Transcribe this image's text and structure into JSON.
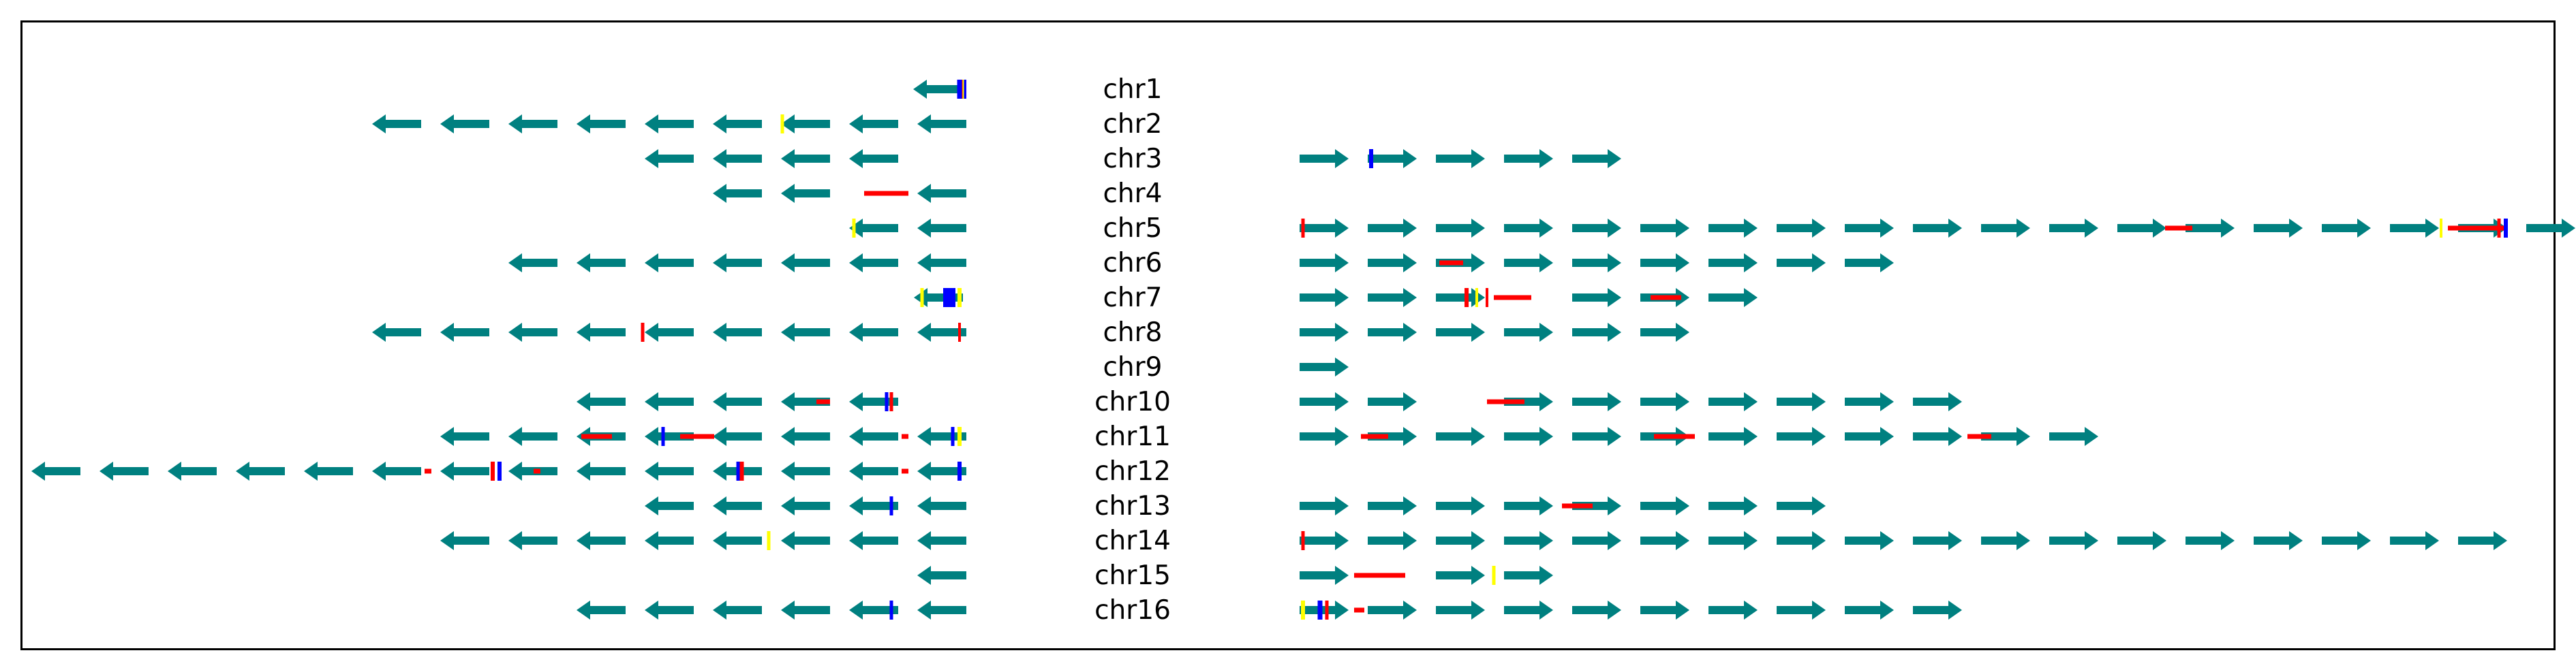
{
  "chart_data": {
    "type": "diagram",
    "title": "",
    "colors": {
      "arrow": "#008080",
      "red_mark": "#ff0000",
      "blue_mark": "#0000ff",
      "yellow_mark": "#ffff00"
    },
    "chromosomes": [
      {
        "label": "chr1",
        "left": {
          "arrows": [
            0.06
          ],
          "marks": [
            {
              "color": "blue_mark",
              "pos": 0.03,
              "w": 6
            },
            {
              "color": "yellow_mark",
              "pos": 0.06,
              "w": 5
            },
            {
              "color": "red_mark",
              "pos": 0.08,
              "w": 5
            },
            {
              "color": "blue_mark",
              "pos": 0.1,
              "w": 7
            }
          ]
        },
        "right": {
          "arrows": [],
          "marks": []
        }
      },
      {
        "label": "chr2",
        "left": {
          "arrows": [
            8,
            7,
            6,
            5,
            4,
            3,
            2,
            1,
            0
          ],
          "marks": [
            {
              "color": "yellow_mark",
              "pos": 2.7,
              "w": 5
            }
          ]
        },
        "right": {
          "arrows": [],
          "marks": []
        }
      },
      {
        "label": "chr3",
        "left": {
          "arrows": [
            4,
            3,
            2,
            1
          ],
          "marks": []
        },
        "right": {
          "arrows": [
            0,
            1,
            2,
            3,
            4
          ],
          "marks": [
            {
              "color": "blue_mark",
              "pos": 1.05,
              "w": 6
            }
          ]
        }
      },
      {
        "label": "chr4",
        "left": {
          "arrows": [
            3,
            2,
            0
          ],
          "marks": [
            {
              "type": "seg",
              "color": "red_mark",
              "from": 0.85,
              "to": 1.5
            }
          ]
        },
        "right": {
          "arrows": [],
          "marks": []
        }
      },
      {
        "label": "chr5",
        "left": {
          "arrows": [
            1,
            0
          ],
          "marks": [
            {
              "color": "yellow_mark",
              "pos": 1.65,
              "w": 5
            }
          ]
        },
        "right": {
          "arrows": [
            0,
            1,
            2,
            3,
            4,
            5,
            6,
            7,
            8,
            9,
            10,
            11,
            12,
            13,
            14,
            15,
            16,
            17,
            18
          ],
          "marks": [
            {
              "color": "red_mark",
              "pos": 0.05,
              "w": 5
            },
            {
              "type": "seg",
              "color": "red_mark",
              "from": 12.7,
              "to": 13.1
            },
            {
              "color": "yellow_mark",
              "pos": 16.75,
              "w": 4
            },
            {
              "type": "seg",
              "color": "red_mark",
              "from": 16.85,
              "to": 17.7
            },
            {
              "color": "red_mark",
              "pos": 17.6,
              "w": 5
            },
            {
              "color": "blue_mark",
              "pos": 17.7,
              "w": 6
            }
          ]
        }
      },
      {
        "label": "chr6",
        "left": {
          "arrows": [
            6,
            5,
            4,
            3,
            2,
            1,
            0
          ],
          "marks": []
        },
        "right": {
          "arrows": [
            0,
            1,
            2,
            3,
            4,
            5,
            6,
            7,
            8
          ],
          "marks": [
            {
              "type": "seg",
              "color": "red_mark",
              "from": 2.05,
              "to": 2.4
            }
          ]
        }
      },
      {
        "label": "chr7",
        "left": {
          "arrows": [
            0.05
          ],
          "marks": [
            {
              "color": "yellow_mark",
              "pos": 0.1,
              "w": 6
            },
            {
              "color": "blue_mark",
              "pos": 0.25,
              "w": 18
            },
            {
              "color": "yellow_mark",
              "pos": 0.65,
              "w": 5
            }
          ]
        },
        "right": {
          "arrows": [
            0,
            1,
            2,
            4,
            5,
            6
          ],
          "marks": [
            {
              "color": "red_mark",
              "pos": 2.45,
              "w": 6
            },
            {
              "color": "yellow_mark",
              "pos": 2.6,
              "w": 4
            },
            {
              "color": "red_mark",
              "pos": 2.75,
              "w": 4
            },
            {
              "type": "seg",
              "color": "red_mark",
              "from": 2.85,
              "to": 3.4
            },
            {
              "type": "seg",
              "color": "red_mark",
              "from": 5.15,
              "to": 5.6
            }
          ]
        }
      },
      {
        "label": "chr8",
        "left": {
          "arrows": [
            8,
            7,
            6,
            5,
            4,
            3,
            2,
            1,
            0
          ],
          "marks": [
            {
              "color": "red_mark",
              "pos": 0.1,
              "w": 4
            },
            {
              "color": "red_mark",
              "pos": 4.75,
              "w": 5
            }
          ]
        },
        "right": {
          "arrows": [
            0,
            1,
            2,
            3,
            4,
            5
          ],
          "marks": []
        }
      },
      {
        "label": "chr9",
        "left": {
          "arrows": [],
          "marks": []
        },
        "right": {
          "arrows": [
            0
          ],
          "marks": []
        }
      },
      {
        "label": "chr10",
        "left": {
          "arrows": [
            1,
            2,
            3,
            4,
            5
          ],
          "marks": [
            {
              "color": "red_mark",
              "pos": 1.1,
              "w": 5
            },
            {
              "color": "blue_mark",
              "pos": 1.17,
              "w": 5
            },
            {
              "type": "seg",
              "color": "red_mark",
              "from": 2.0,
              "to": 2.2
            }
          ]
        },
        "right": {
          "arrows": [
            0,
            1,
            3,
            4,
            5,
            6,
            7,
            8,
            9
          ],
          "marks": [
            {
              "type": "seg",
              "color": "red_mark",
              "from": 2.75,
              "to": 3.3
            }
          ]
        }
      },
      {
        "label": "chr11",
        "left": {
          "arrows": [
            0,
            1,
            2,
            3,
            4,
            5,
            6,
            7
          ],
          "marks": [
            {
              "color": "yellow_mark",
              "pos": 0.1,
              "w": 6
            },
            {
              "color": "blue_mark",
              "pos": 0.2,
              "w": 5
            },
            {
              "type": "seg",
              "color": "red_mark",
              "from": 0.85,
              "to": 0.95
            },
            {
              "type": "seg",
              "color": "red_mark",
              "from": 3.7,
              "to": 4.2
            },
            {
              "color": "blue_mark",
              "pos": 4.45,
              "w": 5
            },
            {
              "type": "seg",
              "color": "red_mark",
              "from": 5.2,
              "to": 5.65
            }
          ]
        },
        "right": {
          "arrows": [
            0,
            1,
            2,
            3,
            4,
            5,
            6,
            7,
            8,
            9,
            10,
            11
          ],
          "marks": [
            {
              "type": "seg",
              "color": "red_mark",
              "from": 0.9,
              "to": 1.3
            },
            {
              "type": "seg",
              "color": "red_mark",
              "from": 5.2,
              "to": 5.8
            },
            {
              "type": "seg",
              "color": "red_mark",
              "from": 9.8,
              "to": 10.15
            }
          ]
        }
      },
      {
        "label": "chr12",
        "left": {
          "arrows": [
            0,
            1,
            2,
            3,
            4,
            5,
            6,
            7,
            8,
            9,
            10,
            11,
            12,
            13
          ],
          "marks": [
            {
              "color": "blue_mark",
              "pos": 0.1,
              "w": 6
            },
            {
              "type": "seg",
              "color": "red_mark",
              "from": 0.85,
              "to": 0.95
            },
            {
              "color": "red_mark",
              "pos": 3.3,
              "w": 7
            },
            {
              "color": "blue_mark",
              "pos": 3.35,
              "w": 5
            },
            {
              "type": "seg",
              "color": "red_mark",
              "from": 6.25,
              "to": 6.35
            },
            {
              "color": "blue_mark",
              "pos": 6.85,
              "w": 6
            },
            {
              "color": "red_mark",
              "pos": 6.95,
              "w": 6
            },
            {
              "type": "seg",
              "color": "red_mark",
              "from": 7.85,
              "to": 7.95
            }
          ]
        },
        "right": {
          "arrows": [],
          "marks": []
        }
      },
      {
        "label": "chr13",
        "left": {
          "arrows": [
            0,
            1,
            2,
            3,
            4
          ],
          "marks": [
            {
              "color": "blue_mark",
              "pos": 1.1,
              "w": 5
            }
          ]
        },
        "right": {
          "arrows": [
            0,
            1,
            2,
            3,
            4,
            5,
            6,
            7
          ],
          "marks": [
            {
              "type": "seg",
              "color": "red_mark",
              "from": 3.85,
              "to": 4.3
            }
          ]
        }
      },
      {
        "label": "chr14",
        "left": {
          "arrows": [
            0,
            1,
            2,
            3,
            4,
            5,
            6,
            7
          ],
          "marks": [
            {
              "color": "yellow_mark",
              "pos": 2.9,
              "w": 5
            }
          ]
        },
        "right": {
          "arrows": [
            0,
            1,
            2,
            3,
            4,
            5,
            6,
            7,
            8,
            9,
            10,
            11,
            12,
            13,
            14,
            15,
            16,
            17
          ],
          "marks": [
            {
              "color": "red_mark",
              "pos": 0.05,
              "w": 5
            }
          ]
        }
      },
      {
        "label": "chr15",
        "left": {
          "arrows": [
            0
          ],
          "marks": []
        },
        "right": {
          "arrows": [
            0,
            2,
            3
          ],
          "marks": [
            {
              "type": "seg",
              "color": "red_mark",
              "from": 0.8,
              "to": 1.55
            },
            {
              "color": "yellow_mark",
              "pos": 2.85,
              "w": 5
            }
          ]
        }
      },
      {
        "label": "chr16",
        "left": {
          "arrows": [
            0,
            1,
            2,
            3,
            4,
            5
          ],
          "marks": [
            {
              "color": "blue_mark",
              "pos": 1.1,
              "w": 5
            }
          ]
        },
        "right": {
          "arrows": [
            0,
            1,
            2,
            3,
            4,
            5,
            6,
            7,
            8,
            9
          ],
          "marks": [
            {
              "color": "yellow_mark",
              "pos": 0.05,
              "w": 6
            },
            {
              "color": "blue_mark",
              "pos": 0.3,
              "w": 7
            },
            {
              "color": "red_mark",
              "pos": 0.4,
              "w": 5
            },
            {
              "type": "seg",
              "color": "red_mark",
              "from": 0.8,
              "to": 0.95
            }
          ]
        }
      }
    ]
  }
}
